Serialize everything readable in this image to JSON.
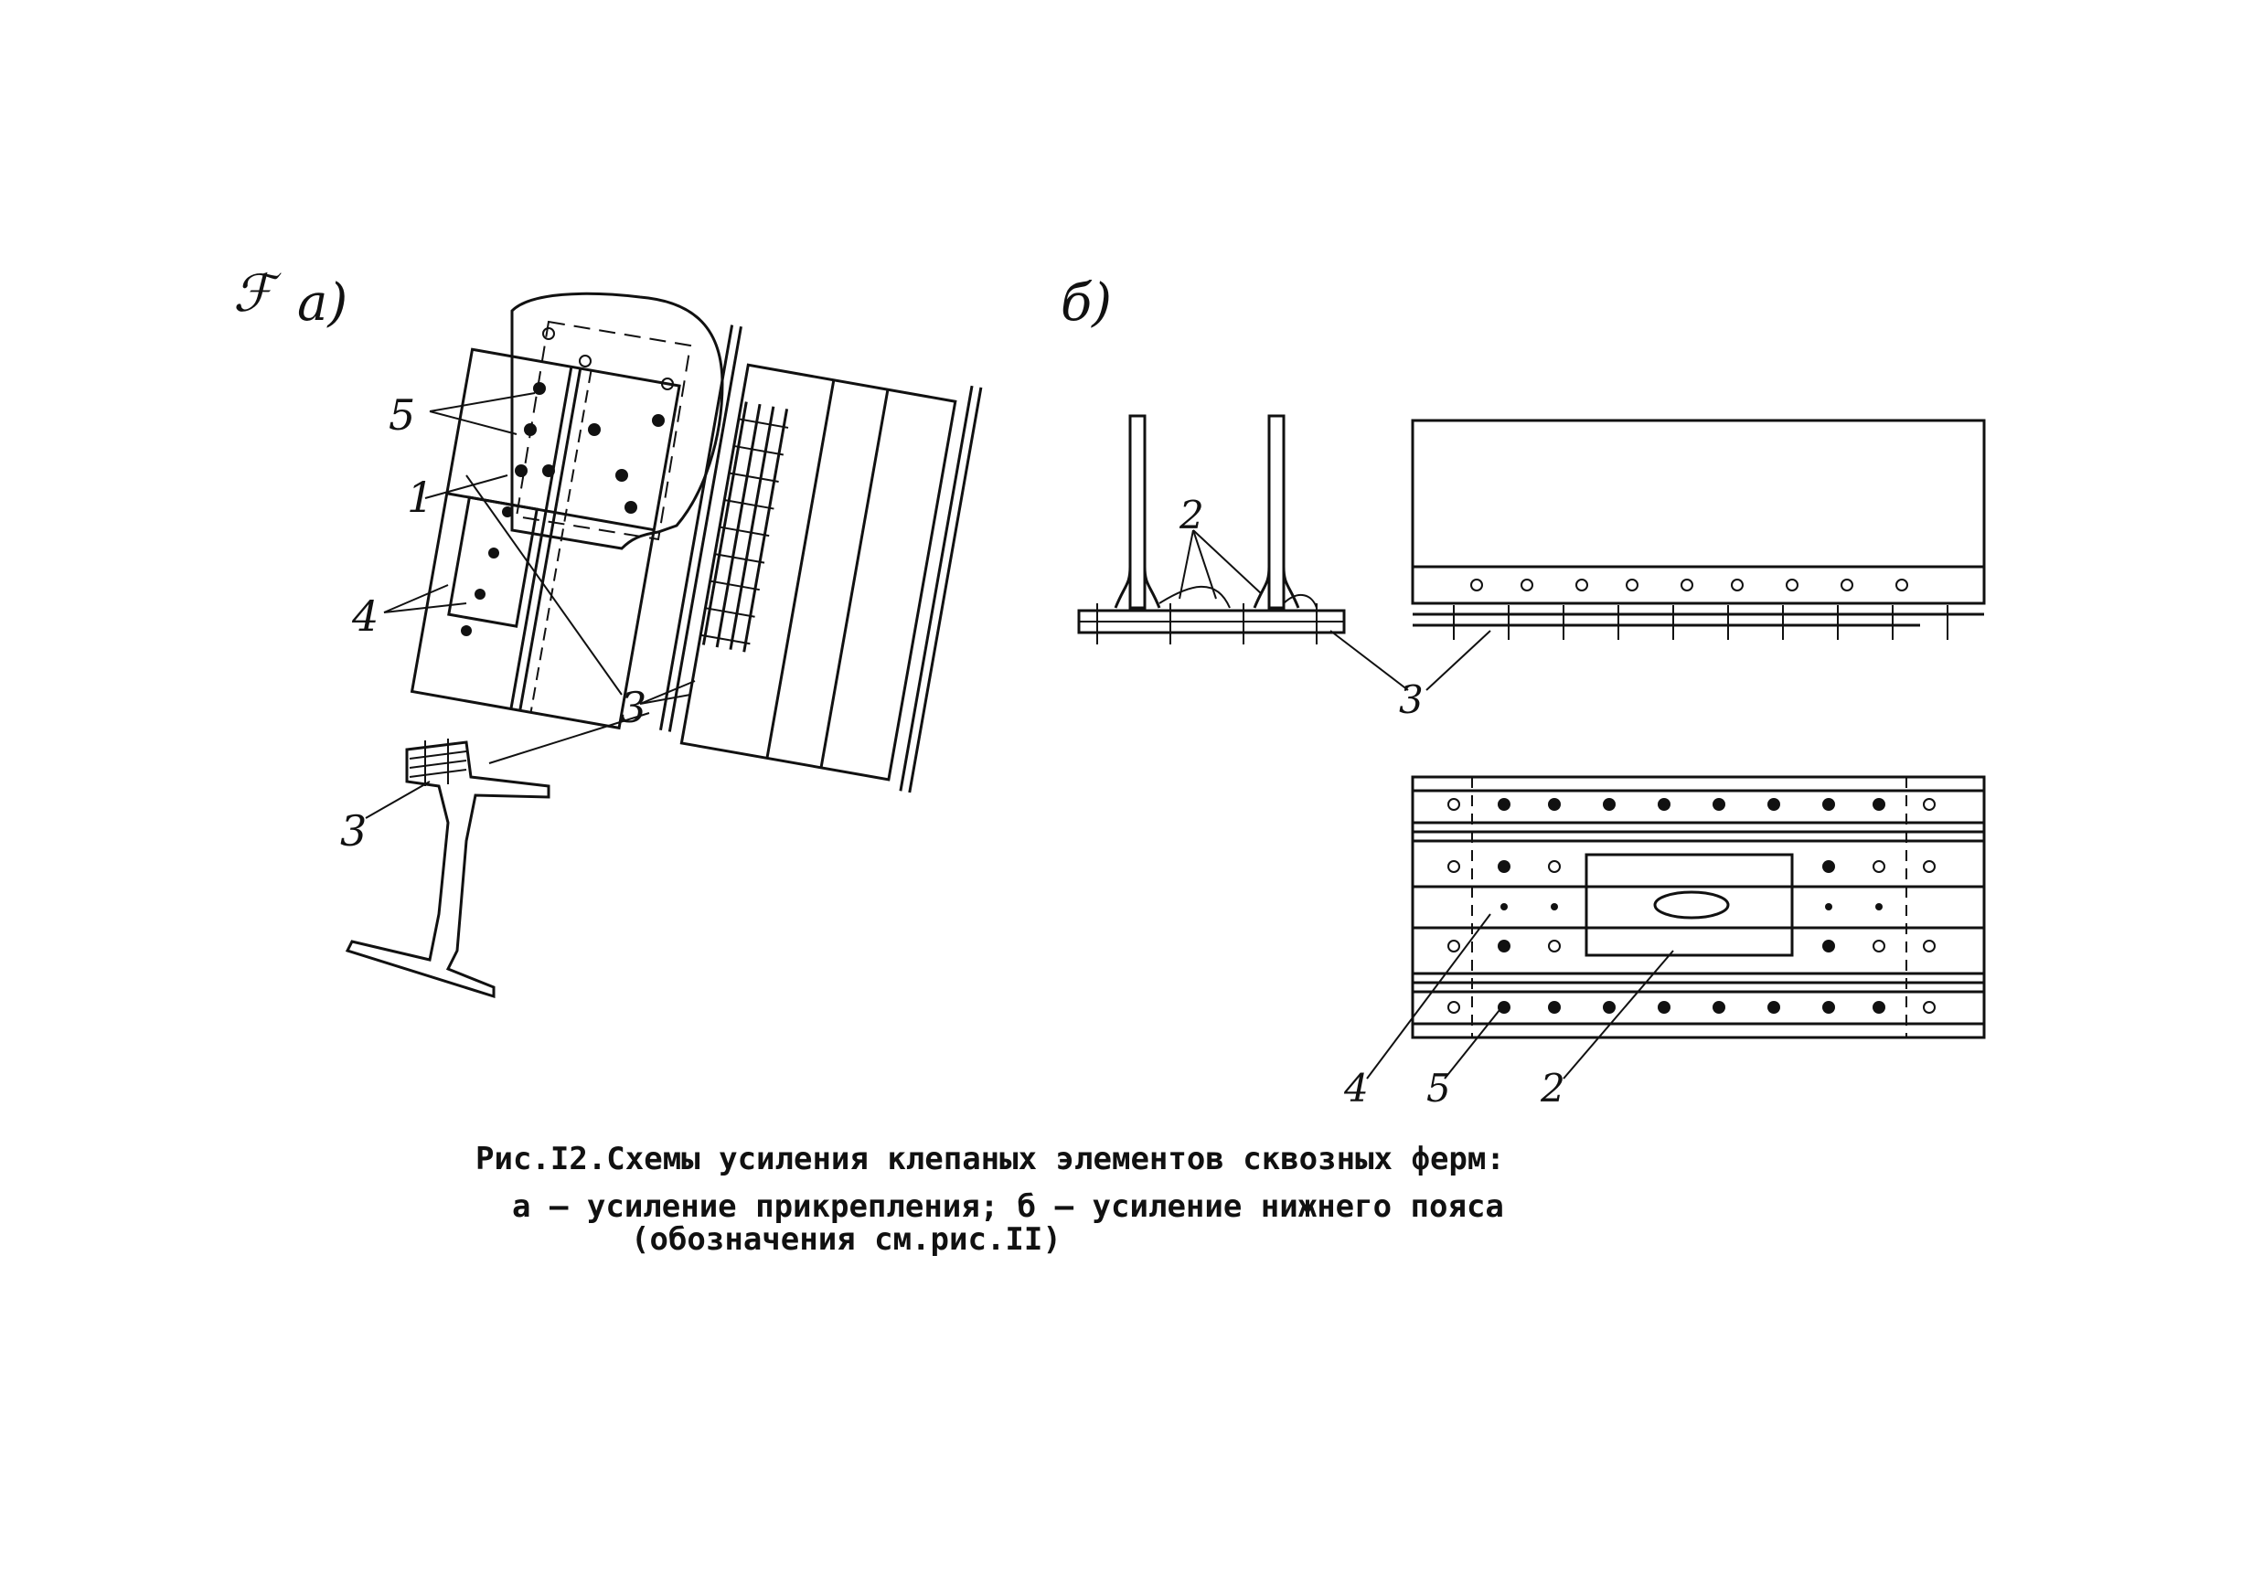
{
  "panel_a": {
    "marker": "ℱ",
    "title": "а)",
    "labels": {
      "l5": "5",
      "l1": "1",
      "l4": "4",
      "l3a": "3",
      "l3b": "3"
    }
  },
  "panel_b": {
    "title": "б)",
    "labels": {
      "l2a": "2",
      "l3": "3",
      "l4": "4",
      "l5": "5",
      "l2b": "2"
    }
  },
  "caption": {
    "line1": "Рис.I2.Схемы усиления клепаных элементов сквозных ферм:",
    "line2": "а – усиление прикрепления; б – усиление нижнего пояса",
    "line3": "(обозначения см.рис.II)"
  }
}
